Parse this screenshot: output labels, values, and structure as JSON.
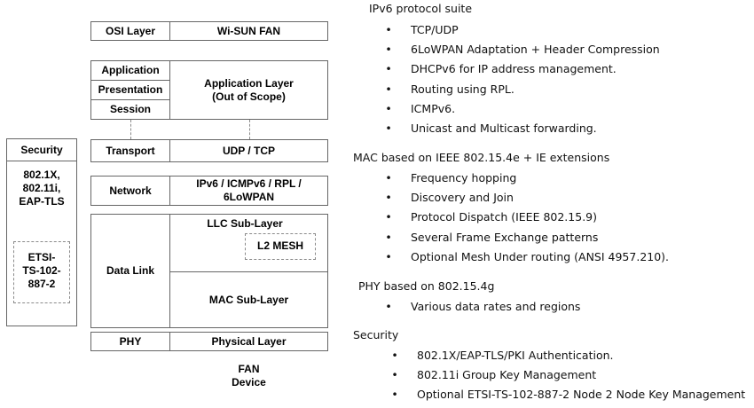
{
  "diagram": {
    "header": {
      "col1": "OSI Layer",
      "col2": "Wi-SUN FAN"
    },
    "upper_layers": [
      "Application",
      "Presentation",
      "Session"
    ],
    "application_layer": {
      "line1": "Application Layer",
      "line2": "(Out of Scope)"
    },
    "transport": {
      "label": "Transport",
      "value": "UDP / TCP"
    },
    "network": {
      "label": "Network",
      "line1": "IPv6 / ICMPv6 / RPL /",
      "line2": "6LoWPAN"
    },
    "data_link": {
      "label": "Data Link",
      "llc": "LLC Sub-Layer",
      "mesh": "L2 MESH",
      "mac": "MAC Sub-Layer"
    },
    "phy": {
      "label": "PHY",
      "value": "Physical Layer"
    },
    "footer": {
      "line1": "FAN",
      "line2": "Device"
    },
    "security_box": {
      "title": "Security",
      "line1": "802.1X,",
      "line2": "802.11i,",
      "line3": "EAP-TLS",
      "etsi": [
        "ETSI-",
        "TS-102-",
        "887-2"
      ]
    }
  },
  "sections": [
    {
      "heading": "IPv6 protocol suite",
      "bullets": [
        "TCP/UDP",
        "6LoWPAN Adaptation + Header Compression",
        "DHCPv6 for IP address management.",
        "Routing using RPL.",
        "ICMPv6.",
        "Unicast and Multicast forwarding."
      ]
    },
    {
      "heading": "MAC based on IEEE 802.15.4e + IE extensions",
      "bullets": [
        "Frequency hopping",
        "Discovery and Join",
        "Protocol Dispatch (IEEE 802.15.9)",
        "Several Frame Exchange patterns",
        "Optional Mesh Under routing (ANSI 4957.210)."
      ]
    },
    {
      "heading": "PHY based on 802.15.4g",
      "bullets": [
        "Various data rates and regions"
      ]
    },
    {
      "heading": "Security",
      "bullets": [
        "802.1X/EAP-TLS/PKI  Authentication.",
        "802.11i Group Key Management",
        "Optional ETSI-TS-102-887-2 Node 2 Node Key Management"
      ]
    }
  ],
  "bullet_symbol": "•"
}
